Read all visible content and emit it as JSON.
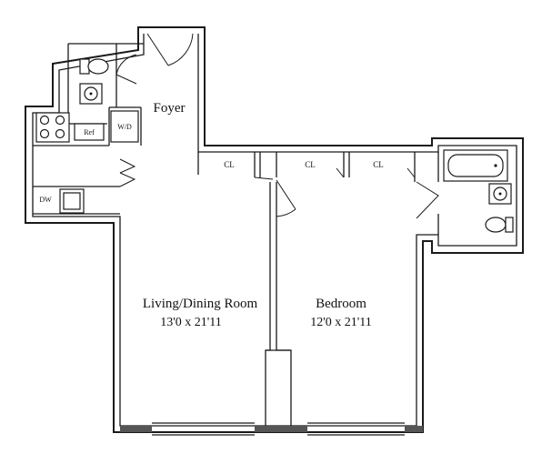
{
  "rooms": {
    "foyer": {
      "label": "Foyer"
    },
    "living": {
      "label": "Living/Dining Room",
      "dimensions": "13'0 x 21'11"
    },
    "bedroom": {
      "label": "Bedroom",
      "dimensions": "12'0 x 21'11"
    }
  },
  "closets": [
    "CL",
    "CL",
    "CL"
  ],
  "kitchen": {
    "refrigerator": "Ref",
    "washer_dryer": "W/D",
    "dishwasher": "DW"
  }
}
